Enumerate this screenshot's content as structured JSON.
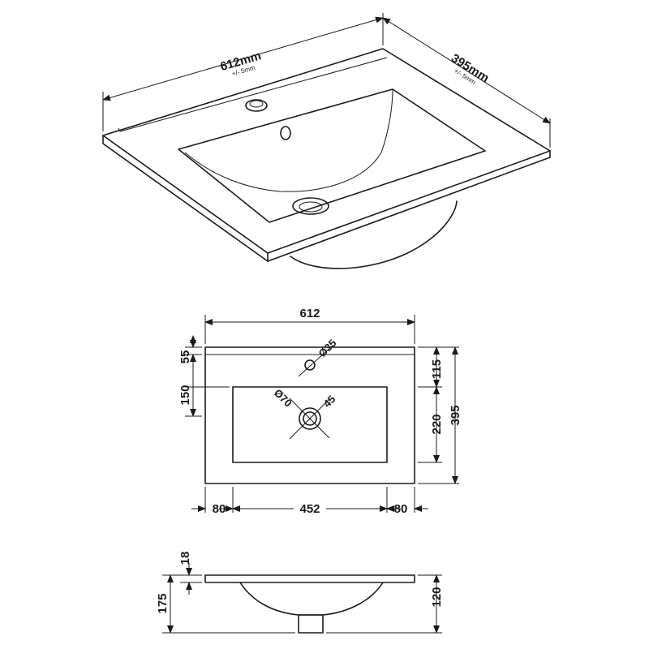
{
  "iso_view": {
    "width_label": "612mm",
    "width_tolerance": "+/- 5mm",
    "depth_label": "395mm",
    "depth_tolerance": "+/- 5mm"
  },
  "plan_view": {
    "overall_width": "612",
    "overall_depth": "395",
    "back_ledge": "55",
    "ledge_to_bowl": "150",
    "tap_hole_offset": "115",
    "bowl_depth": "220",
    "tap_hole_diameter": "Ø35",
    "waste_diameter": "Ø70",
    "waste_size": "45",
    "left_margin": "80",
    "bowl_width": "452",
    "right_margin": "80"
  },
  "side_view": {
    "top_thickness": "18",
    "total_height": "175",
    "bowl_height": "120"
  },
  "colors": {
    "line": "#1a1a1a",
    "background": "#ffffff"
  }
}
